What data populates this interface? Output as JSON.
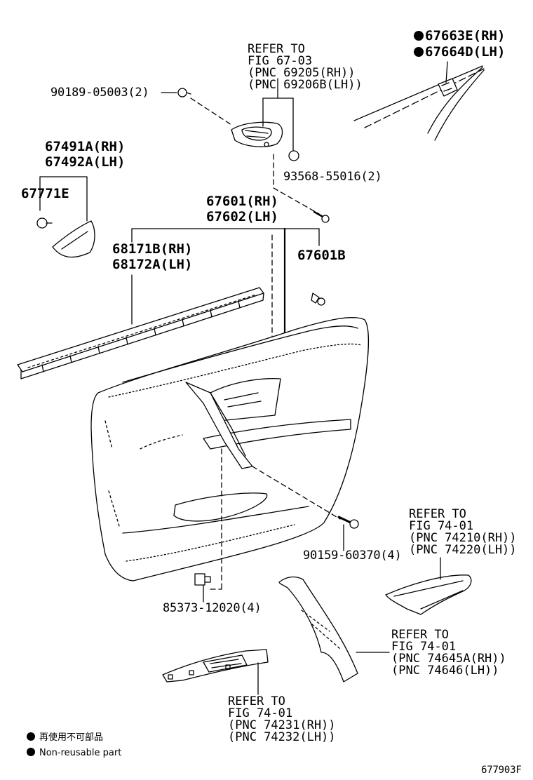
{
  "labels": {
    "p67663e": "67663E(RH)",
    "p67664d": "67664D(LH)",
    "ref_67_03": [
      "REFER TO",
      "FIG 67-03",
      "(PNC 69205(RH))",
      "(PNC 69206B(LH))"
    ],
    "p90189": "90189-05003(2)",
    "p67491a": "67491A(RH)",
    "p67492a": "67492A(LH)",
    "p67771e": "67771E",
    "p93568": "93568-55016(2)",
    "p67601": "67601(RH)",
    "p67602": "67602(LH)",
    "p68171b": "68171B(RH)",
    "p68172a": "68172A(LH)",
    "p67601b": "67601B",
    "ref_74_01_a": [
      "REFER TO",
      "FIG 74-01",
      "(PNC 74210(RH))",
      "(PNC 74220(LH))"
    ],
    "p90159": "90159-60370(4)",
    "p85373": "85373-12020(4)",
    "ref_74_01_b": [
      "REFER TO",
      "FIG 74-01",
      "(PNC 74645A(RH))",
      "(PNC 74646(LH))"
    ],
    "ref_74_01_c": [
      "REFER TO",
      "FIG 74-01",
      "(PNC 74231(RH))",
      "(PNC 74232(LH))"
    ]
  },
  "legend": {
    "line1": "再使用不可部品",
    "line2": "Non-reusable part"
  },
  "figure_code": "677903F"
}
